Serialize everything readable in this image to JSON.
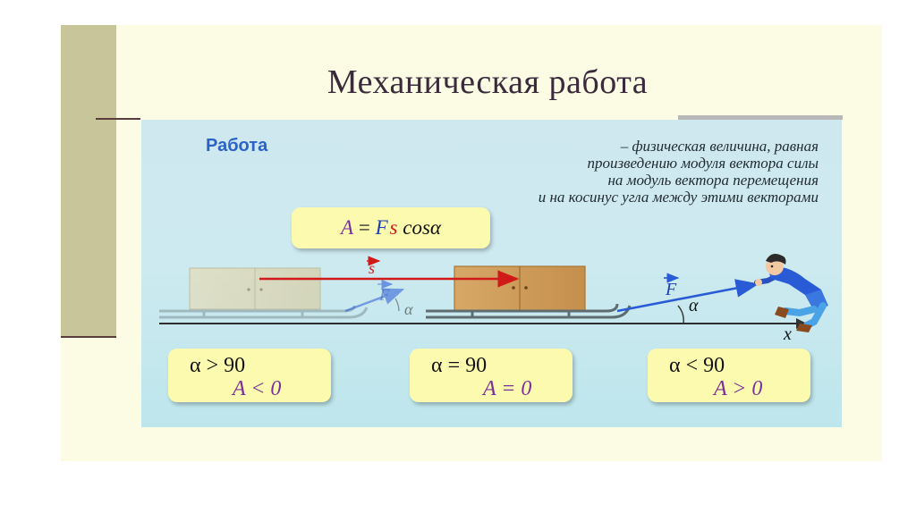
{
  "title": "Механическая работа",
  "definition": {
    "term": "Работа",
    "lines": [
      "– физическая величина, равная",
      "произведению модуля вектора силы",
      "на модуль вектора перемещения",
      "и на косинус угла между этими векторами"
    ]
  },
  "formula": {
    "lhs": "A",
    "eq": " = ",
    "f": "F",
    "s": "s",
    "rest": " cosα"
  },
  "scene": {
    "vector_s": "s",
    "vector_f": "F",
    "angle": "α",
    "axis": "x"
  },
  "cases": [
    {
      "alpha": "α > 90",
      "work": "A < 0"
    },
    {
      "alpha": "α = 90",
      "work": "A = 0"
    },
    {
      "alpha": "α < 90",
      "work": "A > 0"
    }
  ],
  "colors": {
    "slide_bg": "#fcfce4",
    "accent_bar": "#c9c59a",
    "term": "#2a62c7",
    "vector_s": "#d01a1a",
    "vector_f": "#2a5bd6",
    "box": "#fcfaae"
  }
}
